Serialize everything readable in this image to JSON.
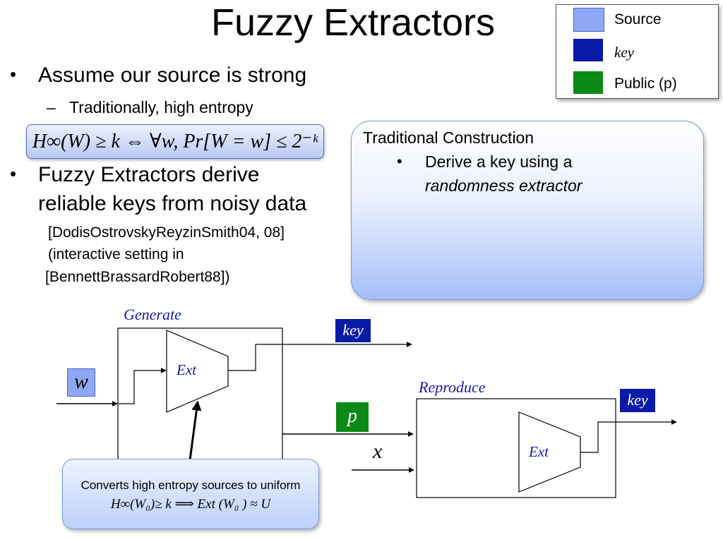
{
  "slide": {
    "title": "Fuzzy Extractors"
  },
  "legend": {
    "items": [
      {
        "label": "Source",
        "color": "#8fa8f5"
      },
      {
        "label": "key",
        "color": "#0a1aa8"
      },
      {
        "label": "Public (p)",
        "color": "#0a8a14"
      }
    ]
  },
  "bullets": {
    "b1": "Assume our source is strong",
    "b1_sub": "Traditionally, high entropy",
    "formula": "H∞(W) ≥ k ⇔ ∀w, Pr[W = w] ≤ 2⁻ᵏ",
    "b2_line1": "Fuzzy Extractors derive",
    "b2_line2": "reliable keys from noisy data",
    "cite_line1": "[DodisOstrovskyReyzinSmith04, 08]",
    "cite_line2": "(interactive setting in",
    "cite_line3": "[BennettBrassardRobert88])"
  },
  "traditional": {
    "heading": "Traditional Construction",
    "bullet_line1": "Derive a key using a",
    "bullet_line2": "randomness extractor"
  },
  "diagram": {
    "generate_label": "Generate",
    "reproduce_label": "Reproduce",
    "ext_label": "Ext",
    "w_label": "w",
    "key_label": "key",
    "p_label": "p",
    "x_label": "x"
  },
  "note": {
    "line1": "Converts high entropy sources to uniform",
    "line2": "H∞(W₀)≥ k ⟹ Ext (W₀ ) ≈ U"
  },
  "colors": {
    "source": "#8fa8f5",
    "key": "#0a1aa8",
    "public": "#0a8a14",
    "diagram_text": "#1a1aaa"
  }
}
